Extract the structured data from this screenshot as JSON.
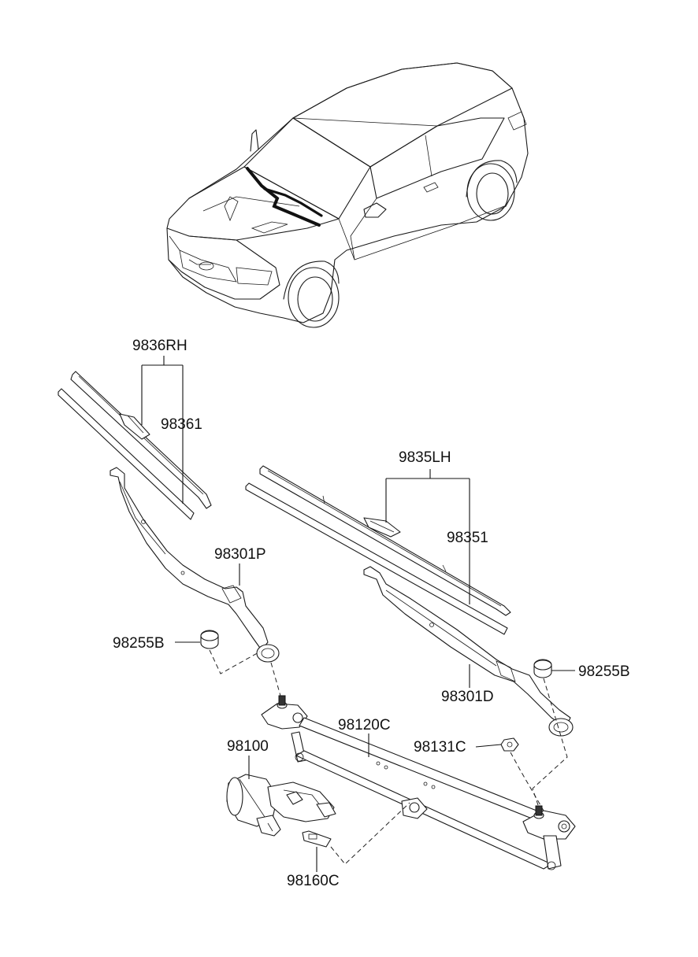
{
  "labels": {
    "rh_assembly": "9836RH",
    "rh_blade_insert": "98361",
    "lh_assembly": "9835LH",
    "lh_blade_insert": "98351",
    "rh_arm": "98301P",
    "lh_arm": "98301D",
    "cap_left": "98255B",
    "cap_right": "98255B",
    "linkage": "98120C",
    "nut": "98131C",
    "motor": "98100",
    "bracket": "98160C"
  }
}
